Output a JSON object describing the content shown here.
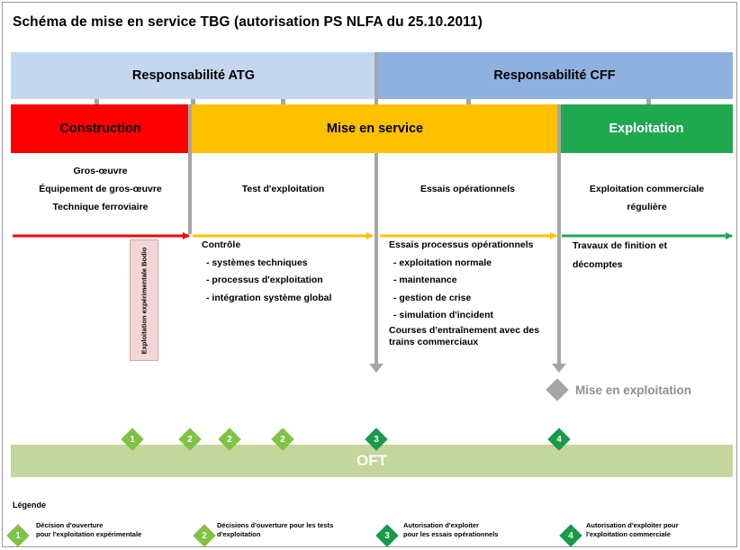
{
  "title": "Schéma de mise en service TBG (autorisation PS NLFA du 25.10.2011)",
  "responsibility": {
    "atg": "Responsabilité ATG",
    "cff": "Responsabilité CFF"
  },
  "phases": {
    "construction": "Construction",
    "mise_en_service": "Mise en service",
    "exploitation": "Exploitation"
  },
  "descriptions": {
    "construction": [
      "Gros-œuvre",
      "Équipement de gros-œuvre",
      "Technique ferroviaire"
    ],
    "test": "Test d'exploitation",
    "essais": "Essais opérationnels",
    "exploitation_commerciale": [
      "Exploitation commerciale",
      "régulière"
    ]
  },
  "vertical_label": "Exploitation expérimentale Bodio",
  "controle": {
    "heading": "Contrôle",
    "items": [
      "- systèmes techniques",
      "- processus d'exploitation",
      "- intégration système global"
    ]
  },
  "essais_processus": {
    "heading": "Essais processus opérationnels",
    "items": [
      "- exploitation normale",
      "- maintenance",
      "- gestion de crise",
      "- simulation d'incident"
    ],
    "courses": [
      "Courses d'entraînement avec des",
      "trains commerciaux"
    ]
  },
  "travaux": [
    "Travaux de finition et",
    "décomptes"
  ],
  "mise_en_exploitation": "Mise en exploitation",
  "oft": "OFT",
  "milestones": [
    "1",
    "2",
    "2",
    "2",
    "3",
    "4"
  ],
  "legend": {
    "title": "Légende",
    "items": [
      {
        "num": "1",
        "lines": [
          "Décision d'ouverture",
          "pour l'exploitation expérimentale"
        ]
      },
      {
        "num": "2",
        "lines": [
          "Décisions d'ouverture pour les tests",
          "d'exploitation"
        ]
      },
      {
        "num": "3",
        "lines": [
          "Autorisation d'exploiter",
          "pour les essais opérationnels"
        ]
      },
      {
        "num": "4",
        "lines": [
          "Autorisation d'exploiter pour",
          "l'exploitation commerciale"
        ]
      }
    ]
  },
  "colors": {
    "atg_band": "#c4d7ee",
    "cff_band": "#8eb1e0",
    "construction": "#ff0000",
    "mise_en_service": "#ffc000",
    "exploitation": "#1fa84f",
    "oft_band": "#c3d69b",
    "diamond_light": "#7fc244",
    "diamond_dark": "#1a9a4a",
    "grey_marker": "#a6a6a6",
    "label_box": "#f2d6d6"
  }
}
